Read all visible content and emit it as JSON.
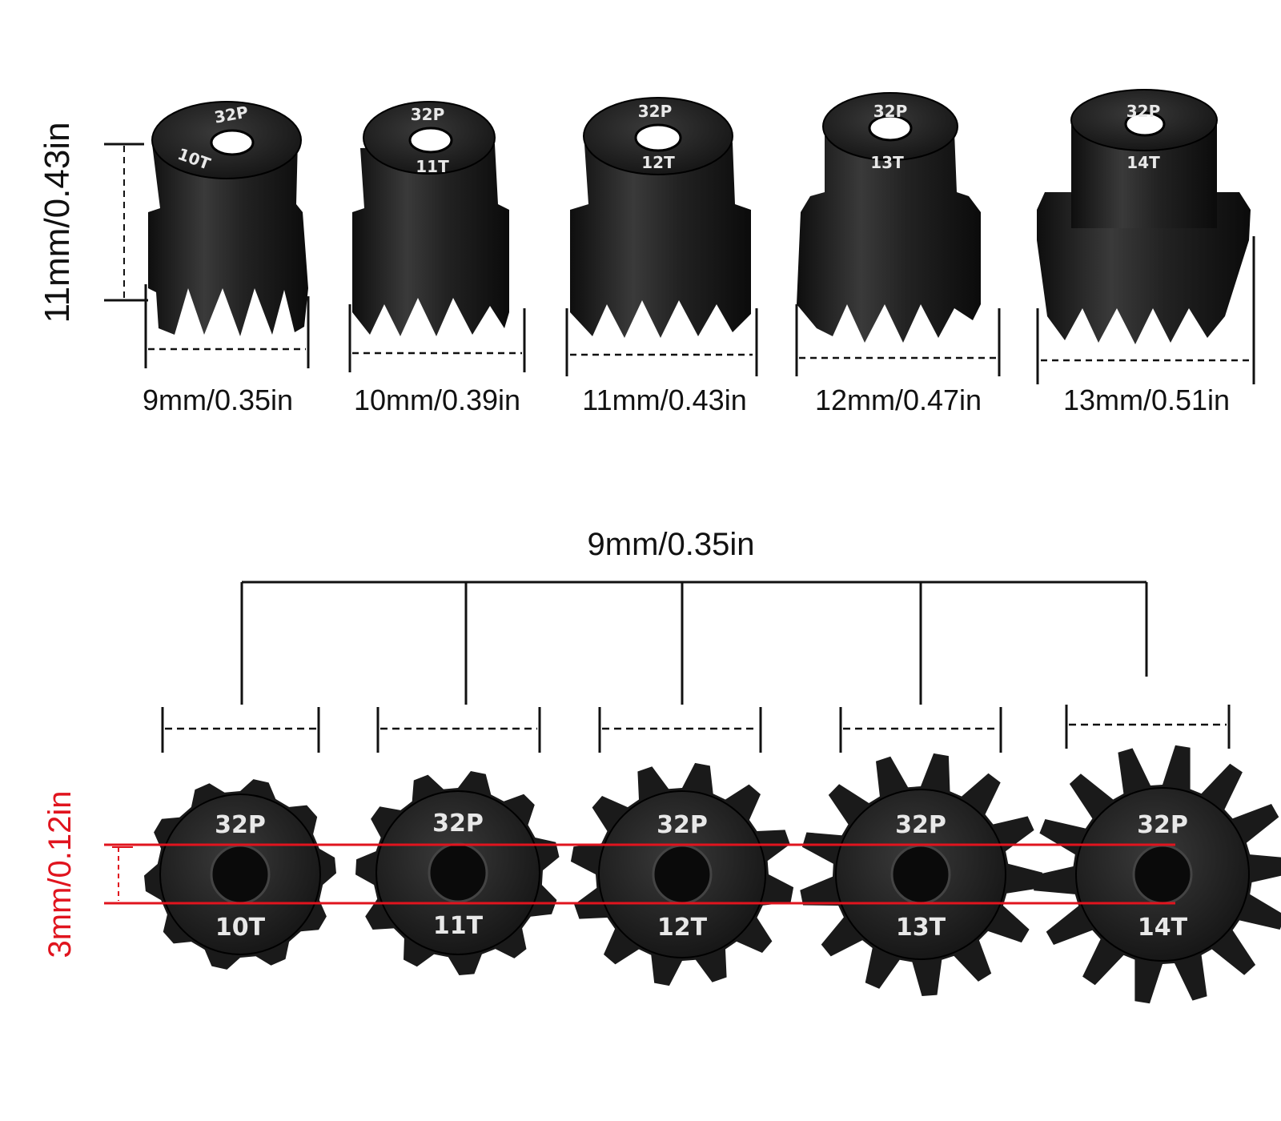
{
  "side_view": {
    "height_label": "11mm/0.43in",
    "gears": [
      {
        "pitch": "32P",
        "teeth": "10T",
        "diameter_label": "9mm/0.35in"
      },
      {
        "pitch": "32P",
        "teeth": "11T",
        "diameter_label": "10mm/0.39in"
      },
      {
        "pitch": "32P",
        "teeth": "12T",
        "diameter_label": "11mm/0.43in"
      },
      {
        "pitch": "32P",
        "teeth": "13T",
        "diameter_label": "12mm/0.47in"
      },
      {
        "pitch": "32P",
        "teeth": "14T",
        "diameter_label": "13mm/0.51in"
      }
    ]
  },
  "top_view": {
    "hub_label": "9mm/0.35in",
    "bore_label": "3mm/0.12in",
    "gears": [
      {
        "pitch": "32P",
        "teeth": "10T",
        "tooth_count": 10
      },
      {
        "pitch": "32P",
        "teeth": "11T",
        "tooth_count": 11
      },
      {
        "pitch": "32P",
        "teeth": "12T",
        "tooth_count": 12
      },
      {
        "pitch": "32P",
        "teeth": "13T",
        "tooth_count": 13
      },
      {
        "pitch": "32P",
        "teeth": "14T",
        "tooth_count": 14
      }
    ]
  },
  "colors": {
    "gear": "#1c1c1c",
    "gear_highlight": "#3a3a3a",
    "bore_accent": "#e0141e",
    "ink": "#111111"
  }
}
